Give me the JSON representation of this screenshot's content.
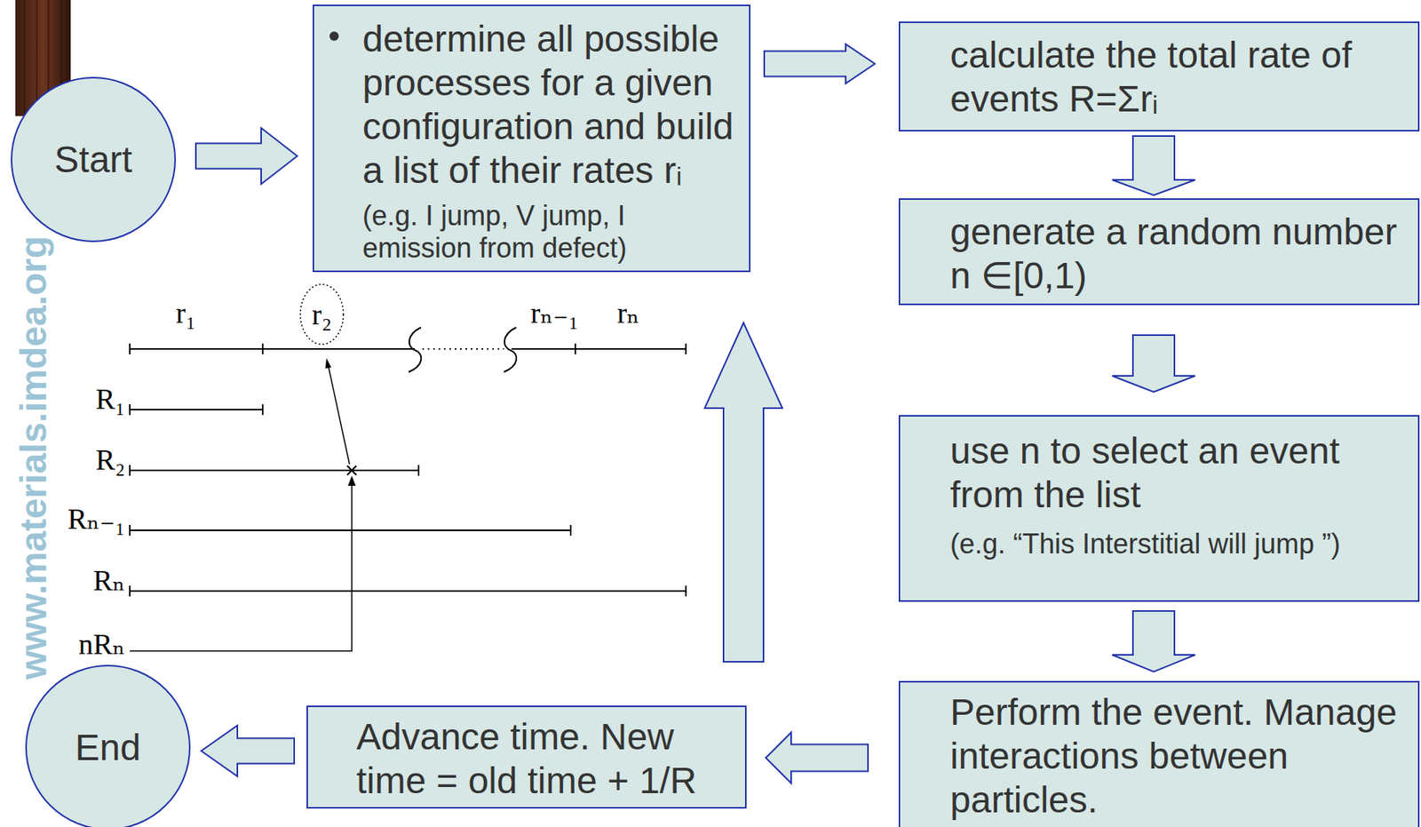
{
  "diagram": {
    "nodes": [
      {
        "text": [
          "Start"
        ]
      },
      {
        "text": [
          "determine all possible processes for a given configuration and build a list of their rates rᵢ",
          "(e.g. I jump, V jump, I emission from defect)"
        ]
      },
      {
        "text": [
          "calculate the total rate of events R=Σrᵢ"
        ]
      },
      {
        "text": [
          "generate a random number n ∈[0,1)"
        ]
      },
      {
        "text": [
          "use n to select an event from the list",
          "(e.g. “This Interstitial will jump ”)"
        ]
      },
      {
        "text": [
          "Perform the event. Manage interactions between particles."
        ]
      },
      {
        "text": [
          "Advance time. New time = old time + 1/R"
        ]
      },
      {
        "text": [
          "End"
        ]
      }
    ],
    "edges": [
      {
        "from": 0,
        "to": 1,
        "arrow": "to"
      },
      {
        "from": 1,
        "to": 2,
        "arrow": "to"
      },
      {
        "from": 2,
        "to": 3,
        "arrow": "to"
      },
      {
        "from": 3,
        "to": 4,
        "arrow": "to"
      },
      {
        "from": 4,
        "to": 5,
        "arrow": "to"
      },
      {
        "from": 5,
        "to": 6,
        "arrow": "to"
      },
      {
        "from": 6,
        "to": 1,
        "arrow": "to"
      },
      {
        "from": 6,
        "to": 7,
        "arrow": "to"
      }
    ],
    "labels": [
      "www.materials.imdea.org",
      "r₁",
      "r₂",
      "rₙ₋₁",
      "rₙ",
      "R₁",
      "R₂",
      "Rₙ₋₁",
      "Rₙ",
      "nRₙ"
    ]
  }
}
